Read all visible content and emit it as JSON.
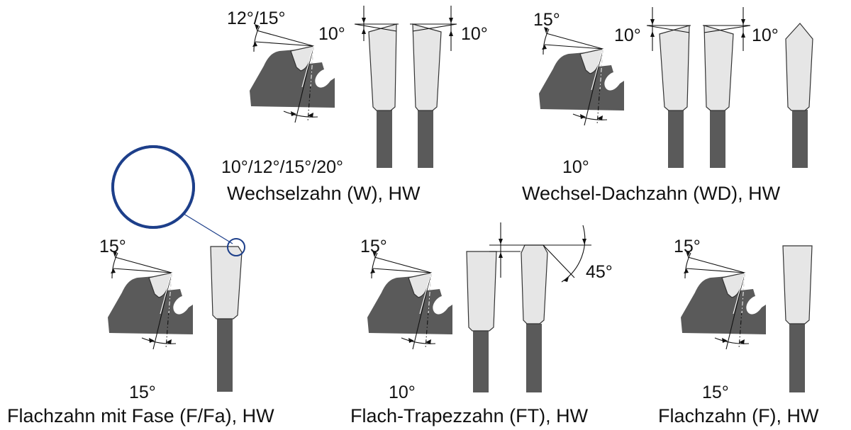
{
  "diagrams": [
    {
      "caption": "Wechselzahn (W), HW",
      "angles": {
        "rake": "12°/15°",
        "clearance": "10°/12°/15°/20°",
        "bevel_left": "10°",
        "bevel_right": "10°"
      }
    },
    {
      "caption": "Wechsel-Dachzahn (WD), HW",
      "angles": {
        "rake": "15°",
        "clearance": "10°",
        "bevel_left": "10°",
        "bevel_right": "10°"
      }
    },
    {
      "caption": "Flachzahn mit Fase (F/Fa), HW",
      "angles": {
        "rake": "15°",
        "clearance": "15°"
      }
    },
    {
      "caption": "Flach-Trapezzahn (FT), HW",
      "angles": {
        "rake": "15°",
        "clearance": "10°",
        "chamfer": "45°"
      }
    },
    {
      "caption": "Flachzahn (F), HW",
      "angles": {
        "rake": "15°",
        "clearance": "15°"
      }
    }
  ],
  "colors": {
    "steel": "#5a5a5a",
    "carbide": "#e6e6e6",
    "magnifier": "#1d3f8a"
  }
}
